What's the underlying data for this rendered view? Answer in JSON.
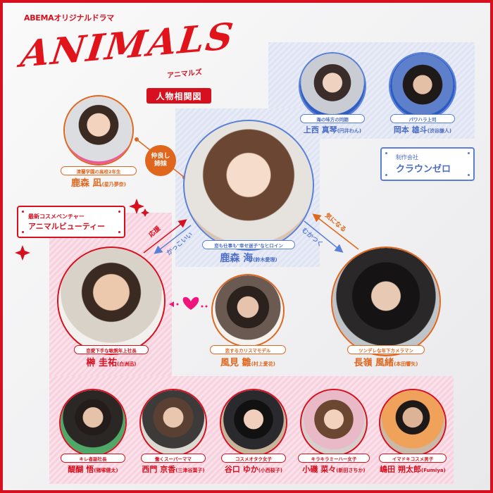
{
  "header": {
    "brand": "ABEMAオリジナルドラマ",
    "logo": "ANIMALS",
    "logo_kana": "アニマルズ",
    "chart_title": "人物相関図"
  },
  "colors": {
    "frame": "#d7101f",
    "orange": "#e0661e",
    "blue": "#5a7fd6",
    "red": "#d7101f",
    "heart": "#f0157d"
  },
  "characters": {
    "nagi": {
      "tag": "清蘭学園の高校2年生",
      "name": "鹿森 凪",
      "actor": "(星乃夢奈)"
    },
    "umi": {
      "tag": "恋も仕事も\"幸せ迷子\"なヒロイン",
      "name": "鹿森 海",
      "actor": "(鈴木愛理)"
    },
    "kotoha": {
      "tag": "海の味方の同期",
      "name": "上西 真琴",
      "actor": "(円井わん)"
    },
    "yuto": {
      "tag": "パワハラ上司",
      "name": "岡本 雄斗",
      "actor": "(渋谷謙人)"
    },
    "keisuke": {
      "tag": "恋愛下手な敏腕年上社長",
      "name": "榊 圭祐",
      "actor": "(白洲迅)"
    },
    "hina": {
      "tag": "恋するカリスマモデル",
      "name": "風見 雛",
      "actor": "(村上愛花)"
    },
    "fuo": {
      "tag": "ツンデレな年下カメラマン",
      "name": "長嶺 風緒",
      "actor": "(本田響矢)"
    },
    "satoru": {
      "tag": "キレ者副社長",
      "name": "醍醐 悟",
      "actor": "(猪塚健太)"
    },
    "kyoka": {
      "tag": "働くスーパーママ",
      "name": "西門 京香",
      "actor": "(三津谷葉子)"
    },
    "yuka": {
      "tag": "コスメオタク女子",
      "name": "谷口 ゆか",
      "actor": "(小西桜子)"
    },
    "nana": {
      "tag": "キラキラミーハー女子",
      "name": "小磯 菜々",
      "actor": "(新田さちか)"
    },
    "sakutaro": {
      "tag": "イマドキコスメ男子",
      "name": "嶋田 朔太郎",
      "actor": "(Fumiya)"
    }
  },
  "companies": {
    "production": {
      "sub": "制作会社",
      "name": "クラウンゼロ"
    },
    "venture": {
      "sub": "最新コスメベンチャー",
      "name": "アニマルビューティー"
    }
  },
  "relations": {
    "sisters": "仲良し\n姉妹",
    "support": "応援",
    "cool": "かっこいい",
    "curious": "気になる",
    "annoying": "むかつく"
  }
}
